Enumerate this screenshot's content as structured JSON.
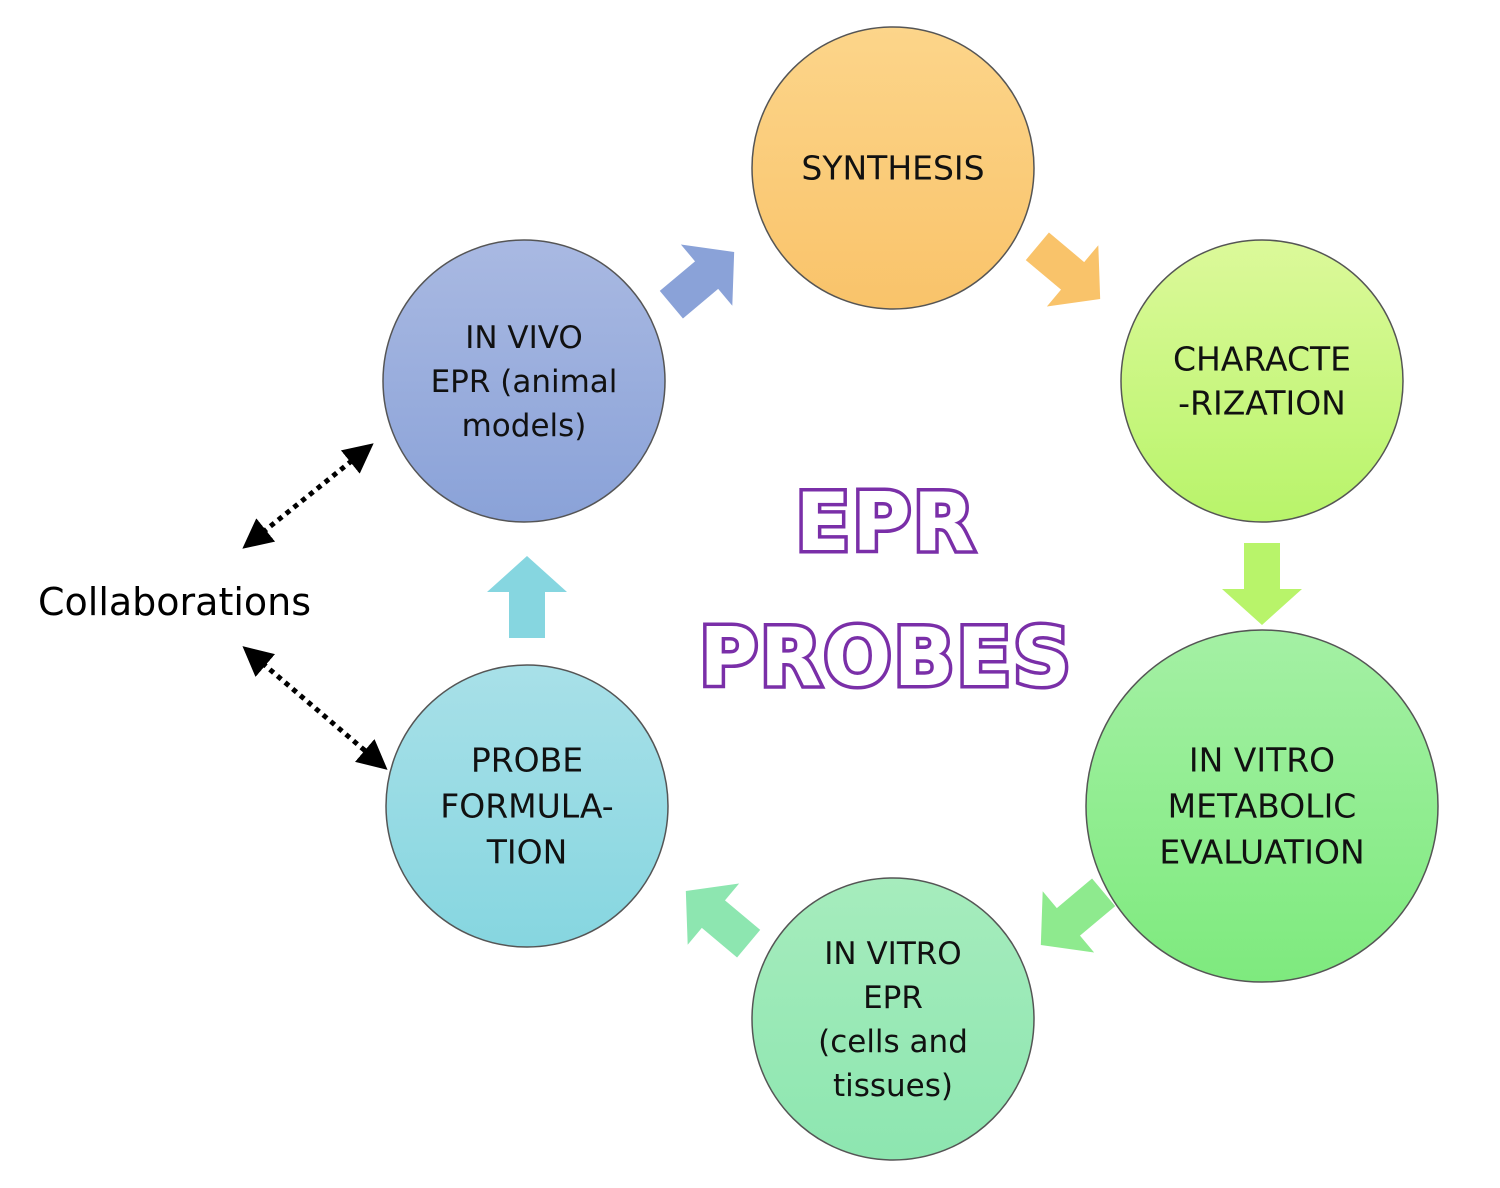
{
  "title": {
    "line1": "EPR",
    "line2": "PROBES"
  },
  "collaborations": "Collaborations",
  "nodes": [
    {
      "id": "synthesis",
      "lines": [
        "SYNTHESIS"
      ],
      "color_top": "#fcd58a",
      "color_bottom": "#f9c36a"
    },
    {
      "id": "characterization",
      "lines": [
        "CHARACTE",
        "-RIZATION"
      ],
      "color_top": "#dcf99a",
      "color_bottom": "#b8f46a"
    },
    {
      "id": "in-vitro-metabolic",
      "lines": [
        "IN VITRO",
        "METABOLIC",
        "EVALUATION"
      ],
      "color_top": "#a4f0a4",
      "color_bottom": "#7eea7e"
    },
    {
      "id": "in-vitro-epr",
      "lines": [
        "IN VITRO",
        "EPR",
        "(cells and",
        "tissues)"
      ],
      "color_top": "#a6ecbd",
      "color_bottom": "#8de6b0"
    },
    {
      "id": "probe-formulation",
      "lines": [
        "PROBE",
        "FORMULA-",
        "TION"
      ],
      "color_top": "#a8e0e8",
      "color_bottom": "#86d6e0"
    },
    {
      "id": "in-vivo-epr",
      "lines": [
        "IN VIVO",
        "EPR (animal",
        "models)"
      ],
      "color_top": "#a9b9e2",
      "color_bottom": "#8aa2d8"
    }
  ],
  "arrow_colors": [
    "#f9c36a",
    "#b8f46a",
    "#8eea8e",
    "#8de6b0",
    "#86d6e0",
    "#8aa2d8"
  ]
}
